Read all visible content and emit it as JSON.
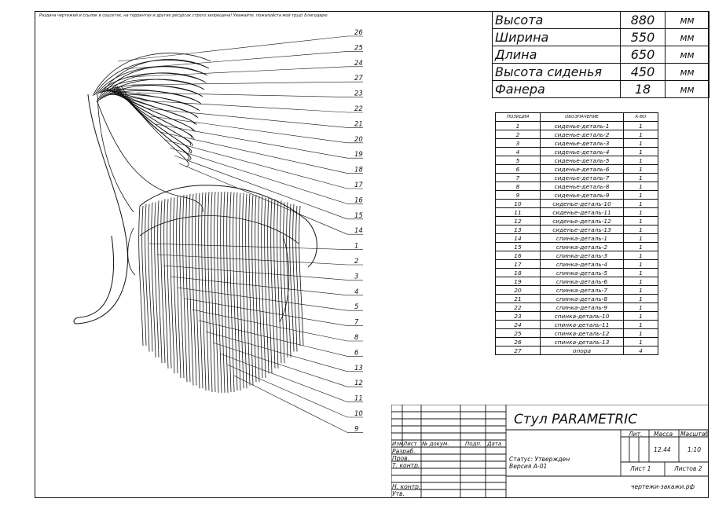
{
  "notice": "Раздача чертежей и ссылок в соцсетях, на торрентах и других ресурсах строго запрещена! Уважайте, пожалуйста мой труд! Благодарю",
  "dimensions": [
    {
      "label": "Высота",
      "value": "880",
      "unit": "мм"
    },
    {
      "label": "Ширина",
      "value": "550",
      "unit": "мм"
    },
    {
      "label": "Длина",
      "value": "650",
      "unit": "мм"
    },
    {
      "label": "Высота сиденья",
      "value": "450",
      "unit": "мм"
    },
    {
      "label": "Фанера",
      "value": "18",
      "unit": "мм"
    }
  ],
  "spec": {
    "headers": [
      "ПОЗИЦИЯ",
      "ОБОЗНАЧЕНИЕ",
      "К-ВО"
    ],
    "rows": [
      [
        "1",
        "сиденье-деталь-1",
        "1"
      ],
      [
        "2",
        "сиденье-деталь-2",
        "1"
      ],
      [
        "3",
        "сиденье-деталь-3",
        "1"
      ],
      [
        "4",
        "сиденье-деталь-4",
        "1"
      ],
      [
        "5",
        "сиденье-деталь-5",
        "1"
      ],
      [
        "6",
        "сиденье-деталь-6",
        "1"
      ],
      [
        "7",
        "сиденье-деталь-7",
        "1"
      ],
      [
        "8",
        "сиденье-деталь-8",
        "1"
      ],
      [
        "9",
        "сиденье-деталь-9",
        "1"
      ],
      [
        "10",
        "сиденье-деталь-10",
        "1"
      ],
      [
        "11",
        "сиденье-деталь-11",
        "1"
      ],
      [
        "12",
        "сиденье-деталь-12",
        "1"
      ],
      [
        "13",
        "сиденье-деталь-13",
        "1"
      ],
      [
        "14",
        "спинка-деталь-1",
        "1"
      ],
      [
        "15",
        "спинка-деталь-2",
        "1"
      ],
      [
        "16",
        "спинка-деталь-3",
        "1"
      ],
      [
        "17",
        "спинка-деталь-4",
        "1"
      ],
      [
        "18",
        "спинка-деталь-5",
        "1"
      ],
      [
        "19",
        "спинка-деталь-6",
        "1"
      ],
      [
        "20",
        "спинка-деталь-7",
        "1"
      ],
      [
        "21",
        "спинка-деталь-8",
        "1"
      ],
      [
        "22",
        "спинка-деталь-9",
        "1"
      ],
      [
        "23",
        "спинка-деталь-10",
        "1"
      ],
      [
        "24",
        "спинка-деталь-11",
        "1"
      ],
      [
        "25",
        "спинка-деталь-12",
        "1"
      ],
      [
        "26",
        "спинка-деталь-13",
        "1"
      ],
      [
        "27",
        "опора",
        "4"
      ]
    ]
  },
  "leaders_right": [
    "26",
    "25",
    "24",
    "27",
    "23",
    "22",
    "21",
    "20",
    "19",
    "18",
    "17",
    "16",
    "15",
    "14",
    "1",
    "2",
    "3",
    "4",
    "5",
    "7",
    "8",
    "6",
    "13",
    "12",
    "11",
    "10",
    "9"
  ],
  "title_block": {
    "title": "Стул PARAMETRIC",
    "col_headers": [
      "Изм.",
      "Лист",
      "№ докум.",
      "Подп.",
      "Дата"
    ],
    "row_labels": [
      "Разраб.",
      "Пров.",
      "Т. контр.",
      "Н. контр.",
      "Утв."
    ],
    "status": "Статус: Утвержден",
    "version": "Версия А-01",
    "lit_label": "Лит.",
    "mass_label": "Масса",
    "scale_label": "Масштаб",
    "mass": "12.44",
    "scale": "1:10",
    "sheet": "Лист 1",
    "sheets": "Листов 2",
    "site": "чертежи-закажи.рф"
  }
}
